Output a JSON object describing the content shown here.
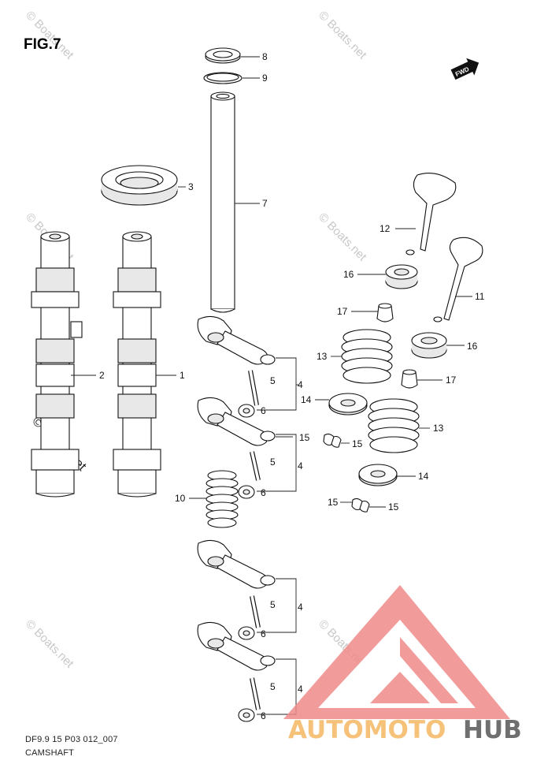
{
  "figure": {
    "title": "FIG.7",
    "code": "DF9.9 15 P03 012_007",
    "name": "CAMSHAFT",
    "fwd_label": "FWD"
  },
  "watermark": {
    "text": "© Boats.net",
    "color": "#c8c8c8"
  },
  "logo": {
    "text_a": "AUTOMOTO",
    "text_b": "HUB",
    "color_a": "#f6c27a",
    "color_b": "#6f6f6f",
    "triangle_color": "#f08a8a"
  },
  "callouts": [
    {
      "id": "c8",
      "label": "8"
    },
    {
      "id": "c9",
      "label": "9"
    },
    {
      "id": "c3",
      "label": "3"
    },
    {
      "id": "c7",
      "label": "7"
    },
    {
      "id": "c12",
      "label": "12"
    },
    {
      "id": "c16a",
      "label": "16"
    },
    {
      "id": "c11",
      "label": "11"
    },
    {
      "id": "c17a",
      "label": "17"
    },
    {
      "id": "c16b",
      "label": "16"
    },
    {
      "id": "c13a",
      "label": "13"
    },
    {
      "id": "c17b",
      "label": "17"
    },
    {
      "id": "c14a",
      "label": "14"
    },
    {
      "id": "c15a",
      "label": "15"
    },
    {
      "id": "c15b",
      "label": "15"
    },
    {
      "id": "c13b",
      "label": "13"
    },
    {
      "id": "c14b",
      "label": "14"
    },
    {
      "id": "c15c",
      "label": "15"
    },
    {
      "id": "c15d",
      "label": "15"
    },
    {
      "id": "c2",
      "label": "2"
    },
    {
      "id": "c1",
      "label": "1"
    },
    {
      "id": "c10",
      "label": "10"
    },
    {
      "id": "c5a",
      "label": "5"
    },
    {
      "id": "c4a",
      "label": "4"
    },
    {
      "id": "c6a",
      "label": "6"
    },
    {
      "id": "c5b",
      "label": "5"
    },
    {
      "id": "c4b",
      "label": "4"
    },
    {
      "id": "c6b",
      "label": "6"
    },
    {
      "id": "c5c",
      "label": "5"
    },
    {
      "id": "c4c",
      "label": "4"
    },
    {
      "id": "c6c",
      "label": "6"
    },
    {
      "id": "c5d",
      "label": "5"
    },
    {
      "id": "c4d",
      "label": "4"
    },
    {
      "id": "c6d",
      "label": "6"
    }
  ]
}
